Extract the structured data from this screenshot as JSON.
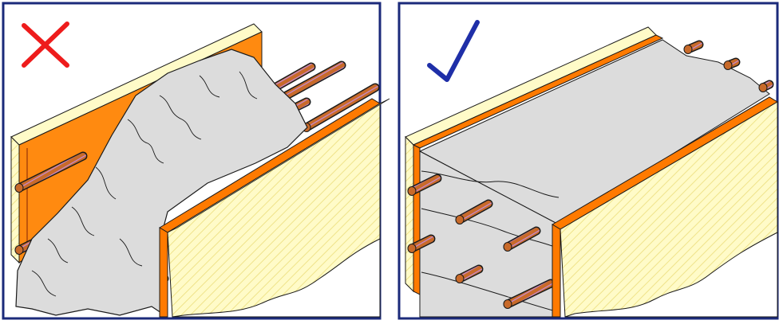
{
  "panels": [
    {
      "id": "left",
      "verdict": "incorrect",
      "mark_icon": "cross-icon",
      "mark_color": "#ee1c1c",
      "description_visible": false
    },
    {
      "id": "right",
      "verdict": "correct",
      "mark_icon": "checkmark-icon",
      "mark_color": "#1f2fa8",
      "description_visible": false
    }
  ],
  "colors": {
    "frame": "#1b2a7a",
    "formwork_face": "#fffbc8",
    "formwork_hatch": "#efe38a",
    "formwork_edge": "#ff7a00",
    "formwork_inner": "#ff8a10",
    "concrete": "#dcdcdc",
    "rebar": "#c86a2a",
    "rebar_rib": "#c58bd6",
    "outline": "#1a1a1a"
  }
}
